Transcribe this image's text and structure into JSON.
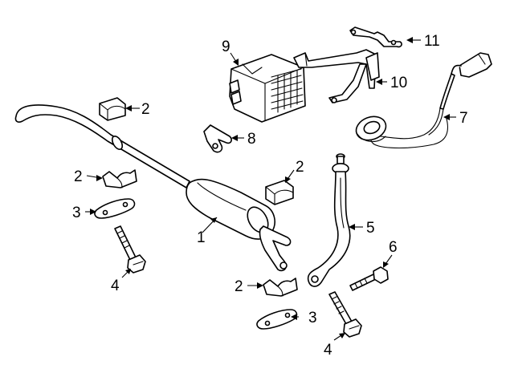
{
  "callouts": {
    "c1": "1",
    "c2a": "2",
    "c2b": "2",
    "c2c": "2",
    "c2d": "2",
    "c3a": "3",
    "c3b": "3",
    "c4a": "4",
    "c4b": "4",
    "c5": "5",
    "c6": "6",
    "c7": "7",
    "c8": "8",
    "c9": "9",
    "c10": "10",
    "c11": "11"
  }
}
